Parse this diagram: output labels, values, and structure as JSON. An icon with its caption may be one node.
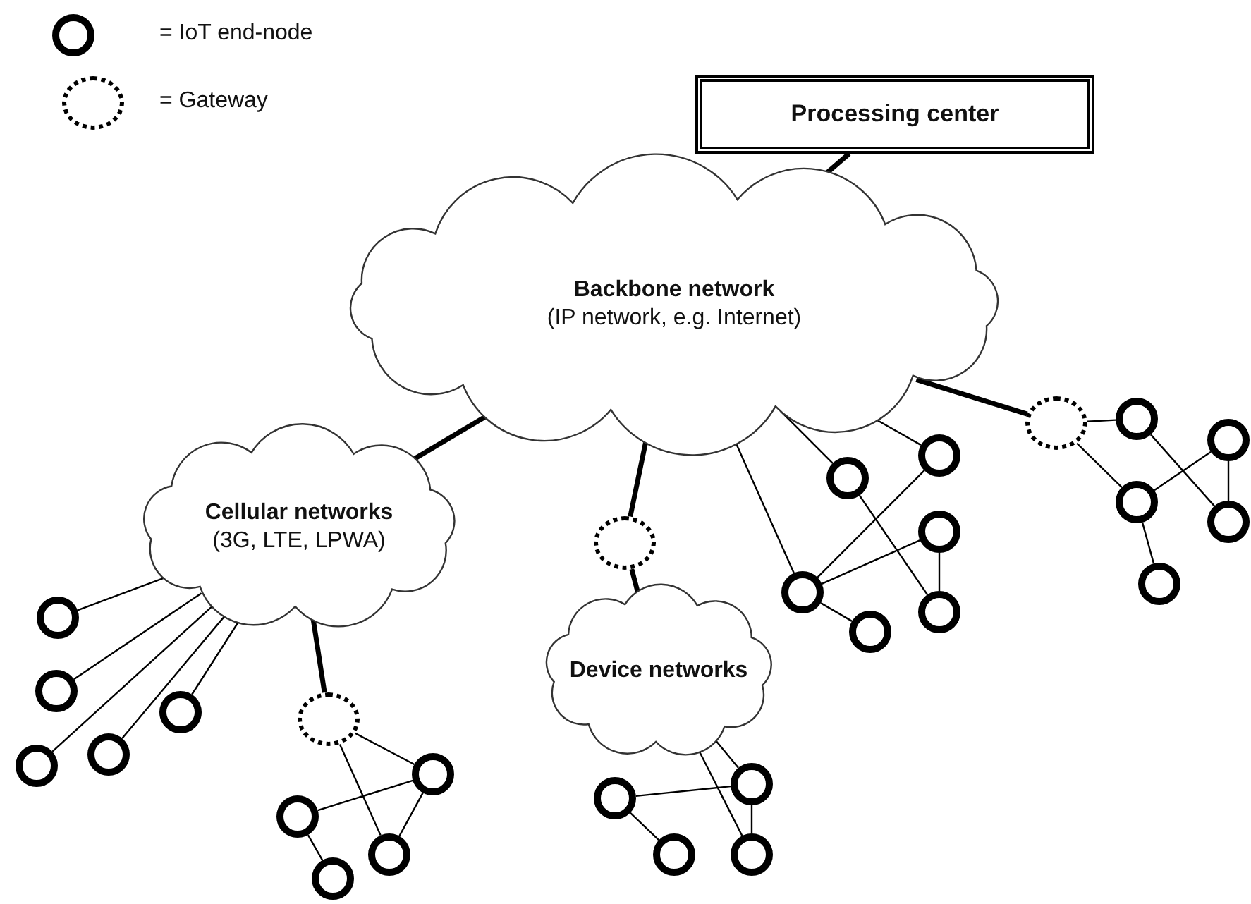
{
  "diagram": {
    "nodes": [
      {
        "text": [
          "Processing center"
        ]
      },
      {
        "text": [
          "Backbone network",
          "(IP network, e.g. Internet)"
        ]
      },
      {
        "text": [
          "Cellular networks",
          "(3G, LTE, LPWA)"
        ]
      },
      {
        "text": [
          "Device networks"
        ]
      },
      {
        "text": [],
        "shape": "circle"
      },
      {
        "text": [],
        "shape": "circle"
      },
      {
        "text": [],
        "shape": "circle"
      },
      {
        "text": [],
        "shape": "circle"
      },
      {
        "text": [],
        "shape": "circle"
      },
      {
        "text": [],
        "shape": "circle"
      },
      {
        "text": [],
        "shape": "circle"
      },
      {
        "text": [],
        "shape": "circle"
      },
      {
        "text": [],
        "shape": "circle"
      },
      {
        "text": [],
        "shape": "circle"
      },
      {
        "text": [],
        "shape": "circle"
      },
      {
        "text": [],
        "shape": "circle"
      },
      {
        "text": [],
        "shape": "circle"
      },
      {
        "text": [],
        "shape": "circle"
      },
      {
        "text": [],
        "shape": "circle"
      },
      {
        "text": [],
        "shape": "circle"
      },
      {
        "text": [],
        "shape": "circle"
      },
      {
        "text": [],
        "shape": "circle"
      },
      {
        "text": [],
        "shape": "circle"
      },
      {
        "text": [],
        "shape": "circle"
      },
      {
        "text": [],
        "shape": "circle"
      },
      {
        "text": [],
        "shape": "circle"
      },
      {
        "text": [],
        "shape": "circle"
      },
      {
        "text": [],
        "shape": "circle"
      },
      {
        "text": [],
        "shape": "circle"
      },
      {
        "text": [],
        "shape": "circle"
      },
      {
        "text": [],
        "shape": "circle"
      }
    ],
    "edges": [
      {
        "from": 0,
        "to": 1,
        "arrow": "none",
        "style": "thick"
      },
      {
        "from": 1,
        "to": 2,
        "arrow": "none",
        "style": "thick"
      },
      {
        "from": 1,
        "to": 5,
        "arrow": "none",
        "style": "thick"
      },
      {
        "from": 5,
        "to": 3,
        "arrow": "none",
        "style": "thick"
      },
      {
        "from": 1,
        "to": 4,
        "arrow": "none",
        "style": "thick"
      },
      {
        "from": 2,
        "to": 6,
        "arrow": "none",
        "style": "thick"
      },
      {
        "from": 2,
        "to": 17,
        "arrow": "none"
      },
      {
        "from": 2,
        "to": 19,
        "arrow": "none"
      },
      {
        "from": 2,
        "to": 22,
        "arrow": "none"
      },
      {
        "from": 2,
        "to": 21,
        "arrow": "none"
      },
      {
        "from": 2,
        "to": 20,
        "arrow": "none"
      },
      {
        "from": 6,
        "to": 23,
        "arrow": "none"
      },
      {
        "from": 6,
        "to": 27,
        "arrow": "none"
      },
      {
        "from": 26,
        "to": 23,
        "arrow": "none"
      },
      {
        "from": 23,
        "to": 27,
        "arrow": "none"
      },
      {
        "from": 26,
        "to": 30,
        "arrow": "none"
      },
      {
        "from": 3,
        "to": 24,
        "arrow": "none"
      },
      {
        "from": 3,
        "to": 29,
        "arrow": "none"
      },
      {
        "from": 25,
        "to": 24,
        "arrow": "none"
      },
      {
        "from": 25,
        "to": 28,
        "arrow": "none"
      },
      {
        "from": 24,
        "to": 29,
        "arrow": "none"
      },
      {
        "from": 1,
        "to": 15,
        "arrow": "none"
      },
      {
        "from": 1,
        "to": 10,
        "arrow": "none"
      },
      {
        "from": 1,
        "to": 9,
        "arrow": "none"
      },
      {
        "from": 10,
        "to": 16,
        "arrow": "none"
      },
      {
        "from": 15,
        "to": 9,
        "arrow": "none"
      },
      {
        "from": 15,
        "to": 13,
        "arrow": "none"
      },
      {
        "from": 13,
        "to": 16,
        "arrow": "none"
      },
      {
        "from": 15,
        "to": 18,
        "arrow": "none"
      },
      {
        "from": 4,
        "to": 7,
        "arrow": "none"
      },
      {
        "from": 4,
        "to": 11,
        "arrow": "none"
      },
      {
        "from": 7,
        "to": 12,
        "arrow": "none"
      },
      {
        "from": 11,
        "to": 8,
        "arrow": "none"
      },
      {
        "from": 8,
        "to": 12,
        "arrow": "none"
      },
      {
        "from": 11,
        "to": 14,
        "arrow": "none"
      }
    ],
    "legend": [
      {
        "text": "= IoT end-node"
      },
      {
        "text": "= Gateway"
      }
    ]
  }
}
